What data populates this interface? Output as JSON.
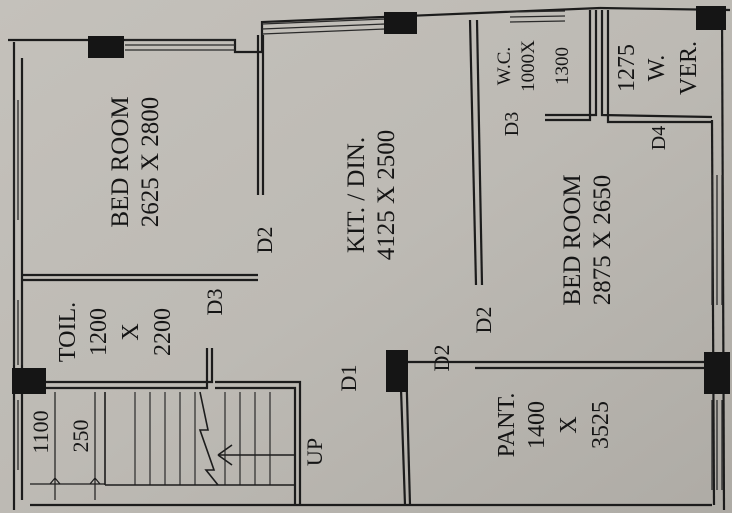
{
  "rooms": {
    "bedroom_1": {
      "name": "BED ROOM",
      "size": "2625 X 2800"
    },
    "kitchen": {
      "name": "KIT. / DIN.",
      "size": "4125 X 2500"
    },
    "bedroom_2": {
      "name": "BED ROOM",
      "size": "2875 X 2650"
    },
    "toilet": {
      "name": "TOIL.",
      "w": "1200",
      "x": "X",
      "h": "2200"
    },
    "wc": {
      "name": "W.C.",
      "w": "1000X",
      "h": "1300"
    },
    "verandah": {
      "w": "1275",
      "name_a": "W.",
      "name_b": "VER."
    },
    "pantry": {
      "name": "PANT.",
      "w": "1400",
      "x": "X",
      "h": "3525"
    }
  },
  "doors": {
    "d1": "D1",
    "d2_bed1": "D2",
    "d2_kit": "D2",
    "d2_bed2": "D2",
    "d3_toil": "D3",
    "d3_wc": "D3",
    "d4": "D4"
  },
  "stair": {
    "up": "UP"
  },
  "dims": {
    "d1100": "1100",
    "d250": "250"
  }
}
